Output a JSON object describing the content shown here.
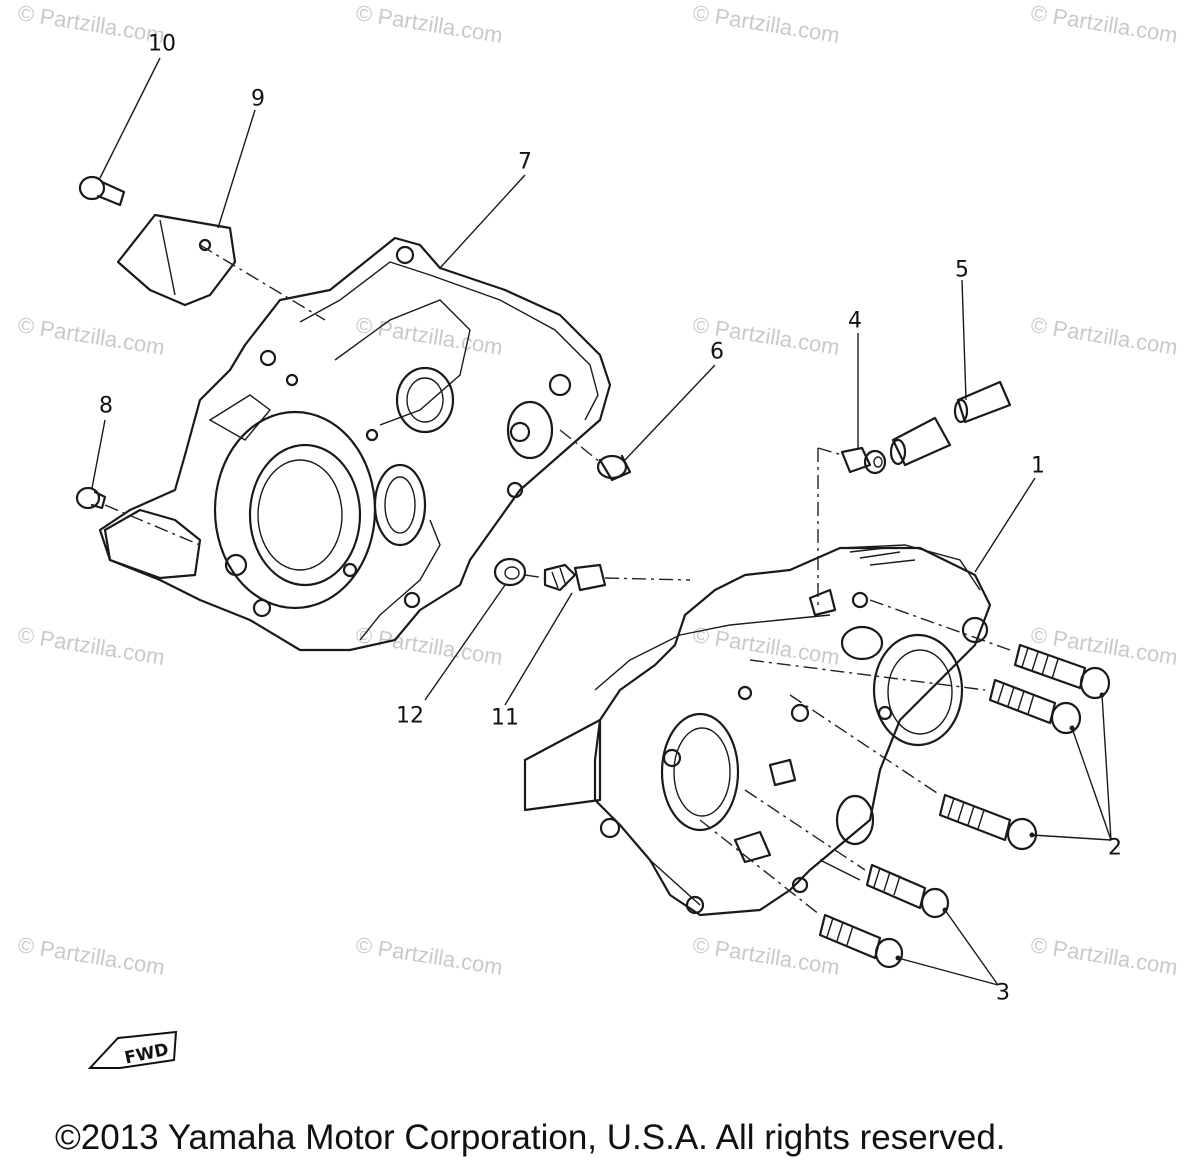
{
  "watermark": "© Partzilla.com",
  "copyright": "©2013 Yamaha Motor Corporation, U.S.A. All rights reserved.",
  "fwd_label": "FWD",
  "callouts": {
    "c1": "1",
    "c2": "2",
    "c3": "3",
    "c4": "4",
    "c5": "5",
    "c6": "6",
    "c7": "7",
    "c8": "8",
    "c9": "9",
    "c10": "10",
    "c11": "11",
    "c12": "12"
  }
}
